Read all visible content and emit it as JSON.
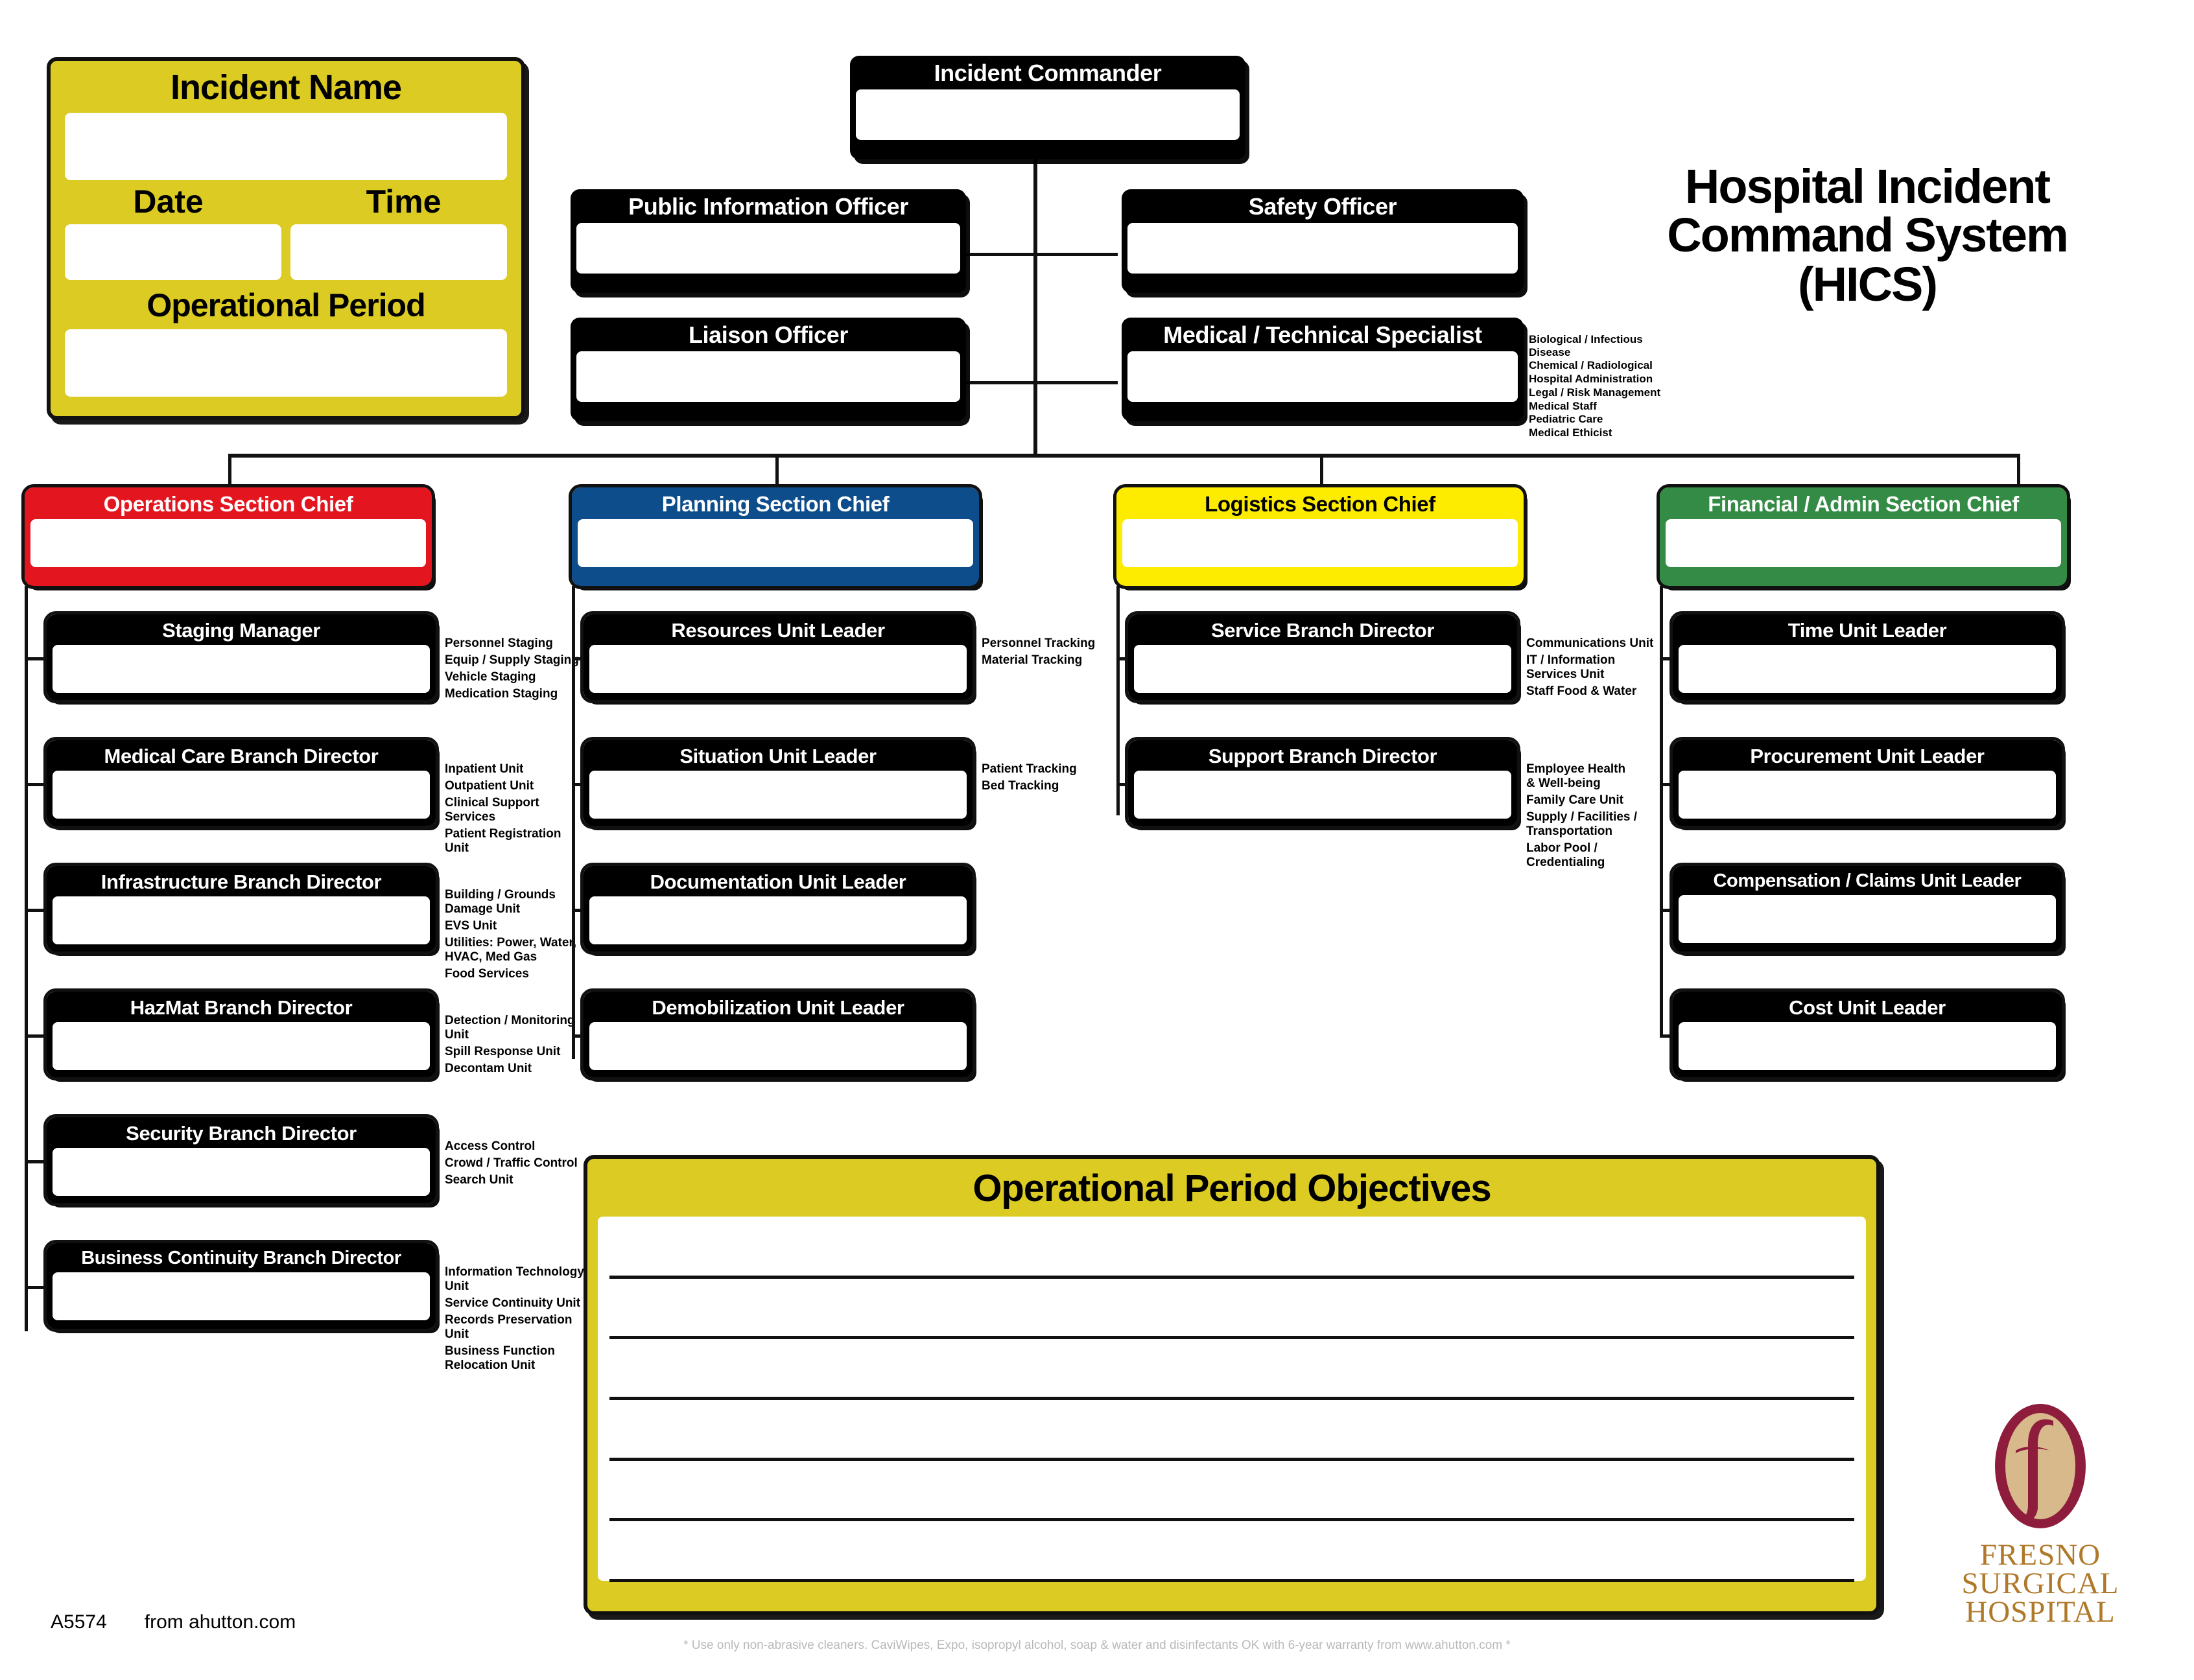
{
  "title": {
    "line1": "Hospital Incident",
    "line2": "Command System",
    "line3": "(HICS)"
  },
  "incident_panel": {
    "incident_name_label": "Incident Name",
    "date_label": "Date",
    "time_label": "Time",
    "operational_period_label": "Operational Period",
    "incident_name_value": "",
    "date_value": "",
    "time_value": "",
    "operational_period_value": ""
  },
  "command": {
    "incident_commander": "Incident Commander",
    "public_information_officer": "Public Information Officer",
    "safety_officer": "Safety Officer",
    "liaison_officer": "Liaison Officer",
    "medical_technical_specialist": "Medical / Technical Specialist",
    "medical_technical_specialist_list": [
      "Biological / Infectious Disease",
      "Chemical / Radiological",
      "Hospital Administration",
      "Legal / Risk Management",
      "Medical Staff",
      "Pediatric Care",
      "Medical Ethicist"
    ]
  },
  "operations": {
    "chief": "Operations Section Chief",
    "boxes": [
      {
        "title": "Staging Manager",
        "notes": [
          "Personnel Staging",
          "Equip / Supply Staging",
          "Vehicle Staging",
          "Medication Staging"
        ]
      },
      {
        "title": "Medical Care Branch Director",
        "notes": [
          "Inpatient Unit",
          "Outpatient Unit",
          "Clinical Support Services",
          "Patient Registration Unit"
        ]
      },
      {
        "title": "Infrastructure Branch Director",
        "notes": [
          "Building / Grounds\nDamage Unit",
          "EVS Unit",
          "Utilities: Power, Water,\nHVAC, Med Gas",
          "Food Services"
        ]
      },
      {
        "title": "HazMat Branch Director",
        "notes": [
          "Detection / Monitoring Unit",
          "Spill Response Unit",
          "Decontam Unit"
        ]
      },
      {
        "title": "Security Branch Director",
        "notes": [
          "Access Control",
          "Crowd / Traffic Control",
          "Search Unit"
        ]
      },
      {
        "title": "Business Continuity Branch Director",
        "notes": [
          "Information Technology Unit",
          "Service Continuity Unit",
          "Records Preservation Unit",
          "Business Function\nRelocation Unit"
        ]
      }
    ]
  },
  "planning": {
    "chief": "Planning Section Chief",
    "boxes": [
      {
        "title": "Resources Unit Leader",
        "notes": [
          "Personnel Tracking",
          "Material Tracking"
        ]
      },
      {
        "title": "Situation Unit Leader",
        "notes": [
          "Patient Tracking",
          "Bed Tracking"
        ]
      },
      {
        "title": "Documentation Unit Leader",
        "notes": []
      },
      {
        "title": "Demobilization Unit Leader",
        "notes": []
      }
    ]
  },
  "logistics": {
    "chief": "Logistics Section Chief",
    "boxes": [
      {
        "title": "Service Branch Director",
        "notes": [
          "Communications Unit",
          "IT / Information\nServices Unit",
          "Staff Food & Water"
        ]
      },
      {
        "title": "Support Branch Director",
        "notes": [
          "Employee Health\n& Well-being",
          "Family Care Unit",
          "Supply / Facilities /\nTransportation",
          "Labor Pool / Credentialing"
        ]
      }
    ]
  },
  "finance": {
    "chief": "Financial / Admin Section Chief",
    "boxes": [
      {
        "title": "Time Unit Leader",
        "notes": []
      },
      {
        "title": "Procurement Unit Leader",
        "notes": []
      },
      {
        "title": "Compensation / Claims Unit Leader",
        "notes": []
      },
      {
        "title": "Cost Unit Leader",
        "notes": []
      }
    ]
  },
  "objectives": {
    "title": "Operational Period Objectives",
    "line_count": 6
  },
  "footer": {
    "code": "A5574",
    "source": "from ahutton.com",
    "disclaimer": "* Use only non-abrasive cleaners. CaviWipes, Expo, isopropyl alcohol, soap & water and disinfectants OK with 6-year warranty from www.ahutton.com *"
  },
  "logo": {
    "line1": "FRESNO",
    "line2": "SURGICAL",
    "line3": "HOSPITAL"
  },
  "colors": {
    "operations_red": "#e3161f",
    "planning_blue": "#0d4d8c",
    "logistics_yellow": "#fdec00",
    "finance_green": "#338b45",
    "command_black": "#000000",
    "panel_gold": "#dbcb23",
    "logo_maroon": "#8e1d3d",
    "logo_tan": "#d7b98b",
    "logo_gold": "#b0792a"
  }
}
